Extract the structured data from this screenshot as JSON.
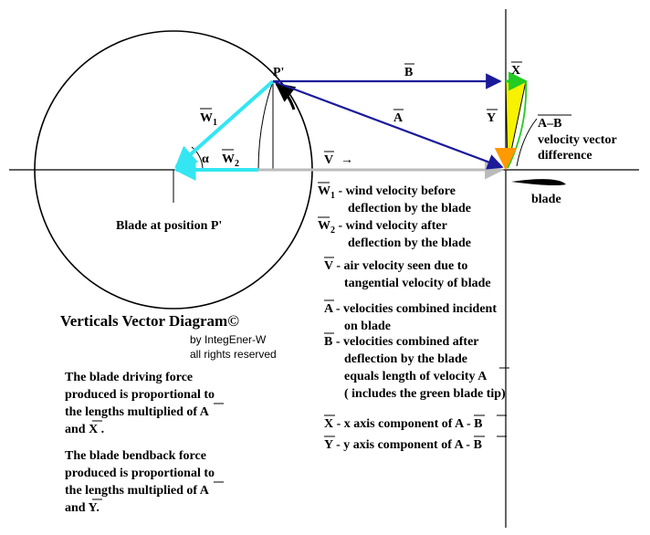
{
  "title": "Verticals Vector Diagram",
  "copyright_symbol": "©",
  "byline": "by IntegEner-W",
  "rights": "all rights reserved",
  "vectors": {
    "b": "B",
    "x": "X",
    "y": "Y",
    "a": "A",
    "w": "W",
    "w1_sub": "1",
    "w2_sub": "2",
    "v": "V",
    "v_arrow": "→",
    "a_minus_b": "A–B",
    "alpha": "α",
    "p_prime": "P'"
  },
  "labels": {
    "velocity_vector": "velocity vector",
    "difference": "difference",
    "blade": "blade",
    "blade_position": "Blade at position P'"
  },
  "legend": [
    {
      "symbol": "W",
      "sub": "1",
      "lines": [
        " - wind velocity before",
        "deflection by the blade"
      ]
    },
    {
      "symbol": "W",
      "sub": "2",
      "lines": [
        " - wind velocity after",
        "deflection by the blade"
      ]
    },
    {
      "symbol": "V",
      "sub": "",
      "lines": [
        "  - air velocity seen due to",
        "tangential velocity of blade"
      ]
    },
    {
      "symbol": "A",
      "sub": "",
      "lines": [
        " - velocities combined incident",
        "on blade"
      ]
    },
    {
      "symbol": "B",
      "sub": "",
      "lines": [
        " - velocities combined after",
        "deflection by the blade",
        "equals length of velocity A",
        "( includes the green blade tip)"
      ]
    },
    {
      "symbol": "X",
      "sub": "",
      "lines": [
        " - x axis component of A - B"
      ]
    },
    {
      "symbol": "Y",
      "sub": "",
      "lines": [
        " - y axis component of A - B"
      ]
    }
  ],
  "notes": [
    [
      "The blade driving force",
      "produced is proportional to",
      "the lengths multiplied of A",
      "and X ."
    ],
    [
      "The blade bendback force",
      "produced is proportional to",
      "the lengths multiplied of A",
      "and Y."
    ]
  ],
  "colors": {
    "navy": "#1a1a9a",
    "cyan": "#33e6f2",
    "gray": "#bbbbbb",
    "yellow": "#f6f200",
    "green": "#22cc22",
    "orange": "#ff9900"
  }
}
